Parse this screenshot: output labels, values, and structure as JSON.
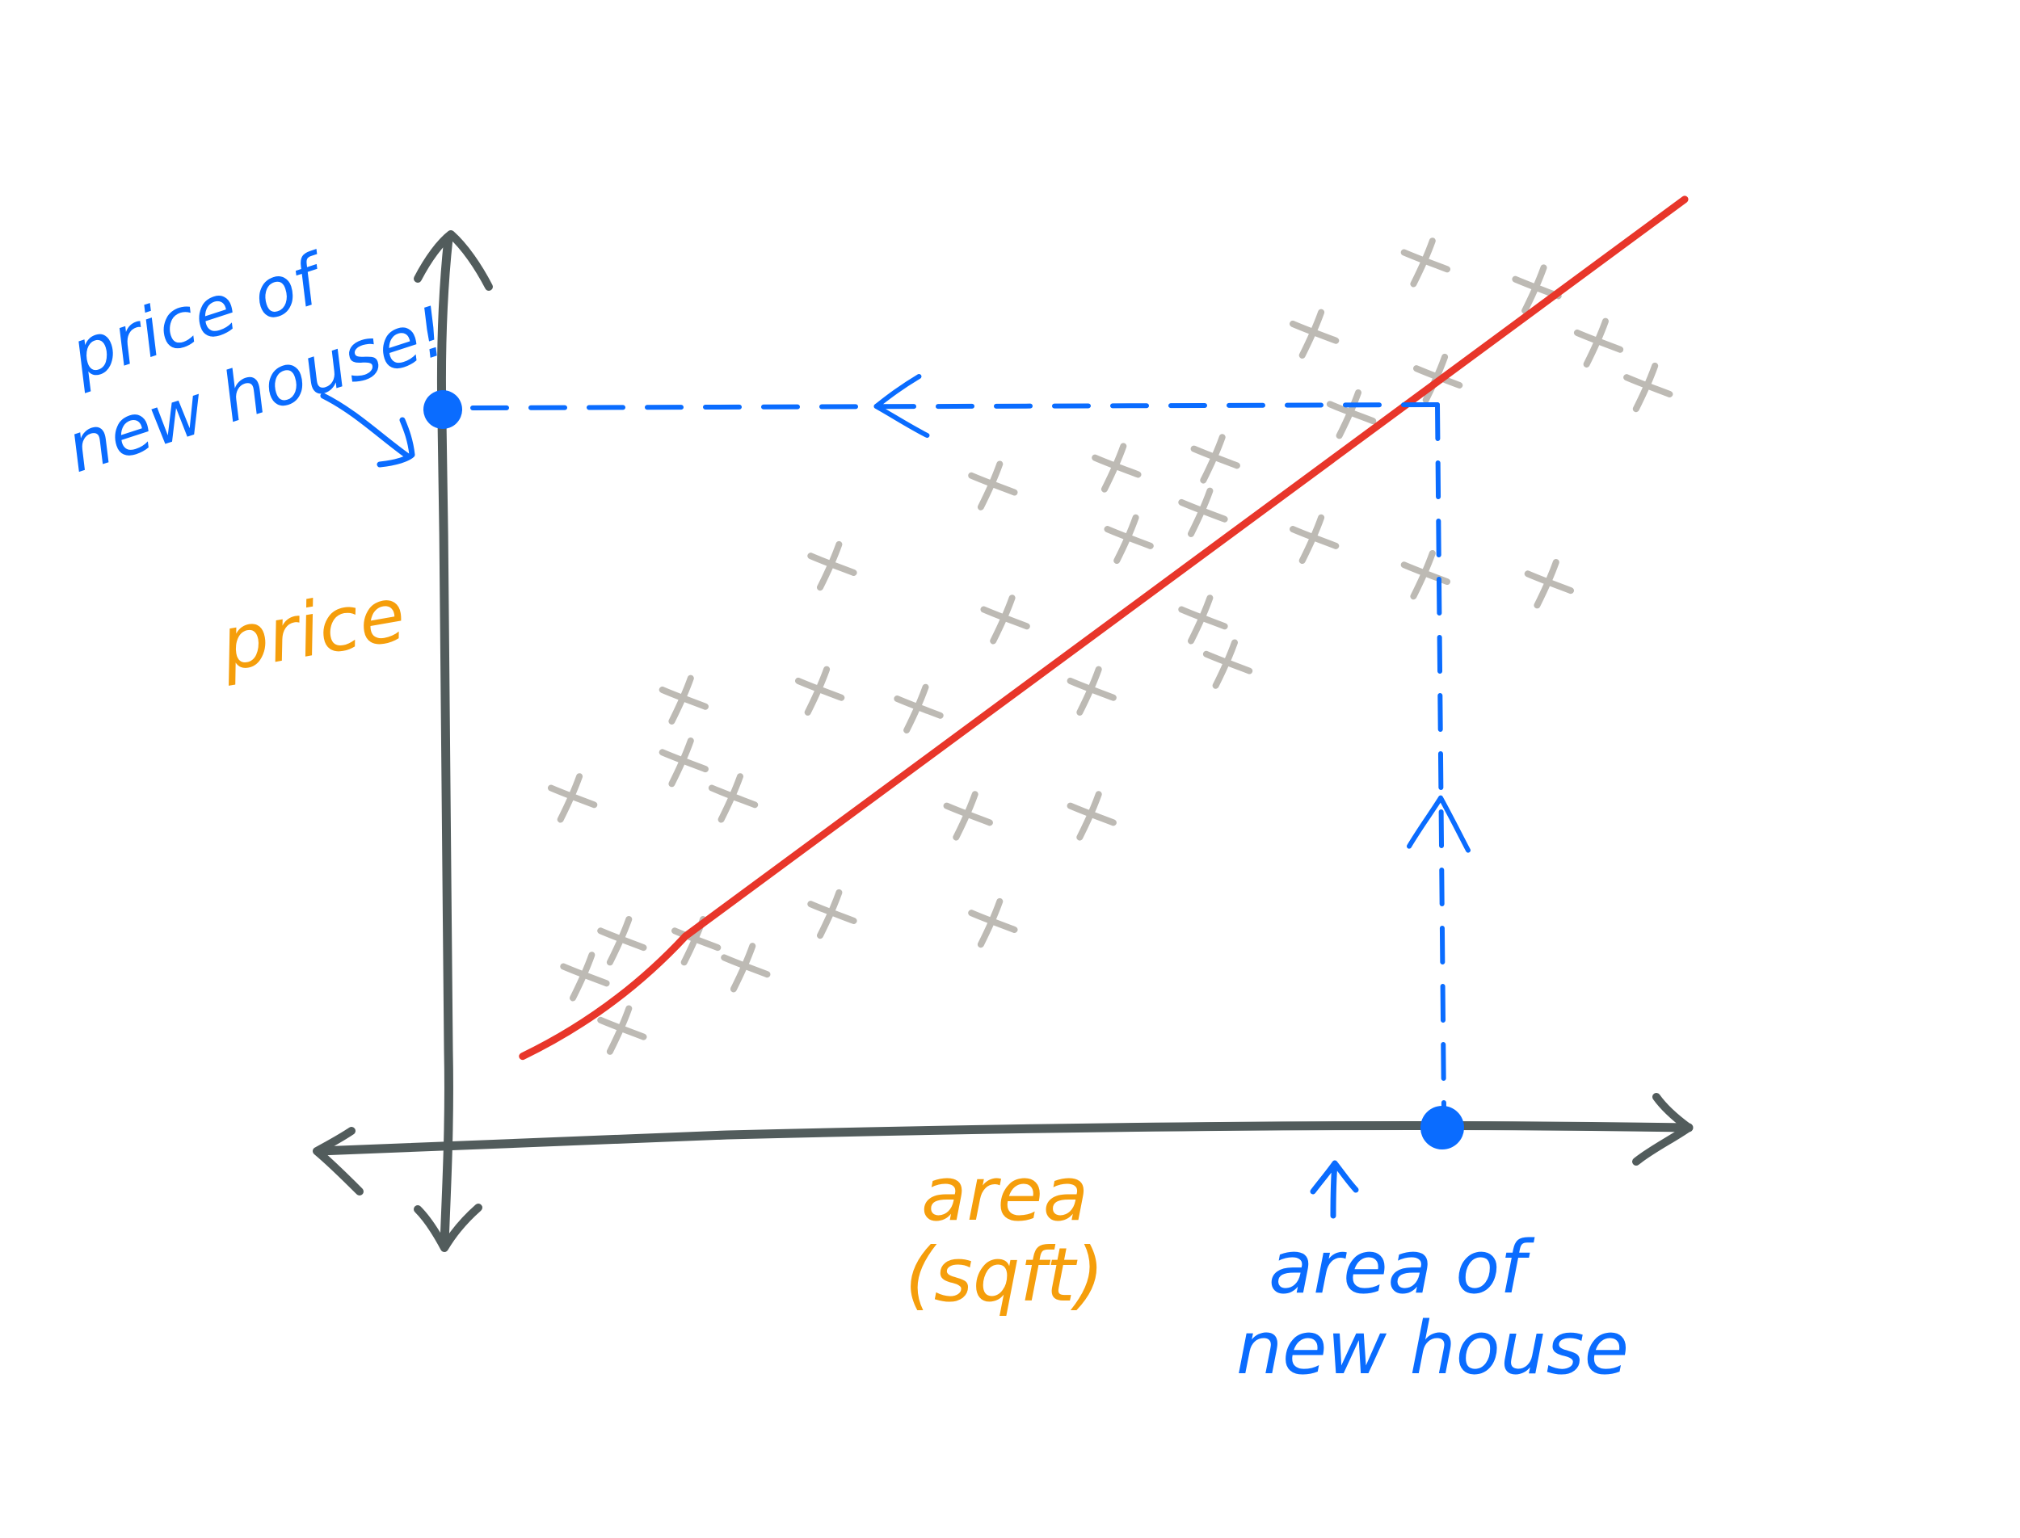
{
  "labels": {
    "y_axis": "price",
    "x_axis_line1": "area",
    "x_axis_line2": "(sqft)",
    "predicted_price_line1": "price of",
    "predicted_price_line2": "new house!",
    "new_area_line1": "area of",
    "new_area_line2": "new house"
  },
  "colors": {
    "axis": "#525c5c",
    "regression_line": "#e8362a",
    "data_points": "#bdbab4",
    "annotation": "#0a6cff",
    "axis_label": "#f59e0b"
  },
  "chart_data": {
    "type": "scatter",
    "xlabel": "area (sqft)",
    "ylabel": "price",
    "points": [
      {
        "x": 0.11,
        "y": 0.16
      },
      {
        "x": 0.14,
        "y": 0.2
      },
      {
        "x": 0.14,
        "y": 0.1
      },
      {
        "x": 0.1,
        "y": 0.36
      },
      {
        "x": 0.19,
        "y": 0.4
      },
      {
        "x": 0.2,
        "y": 0.2
      },
      {
        "x": 0.24,
        "y": 0.17
      },
      {
        "x": 0.23,
        "y": 0.36
      },
      {
        "x": 0.19,
        "y": 0.47
      },
      {
        "x": 0.3,
        "y": 0.48
      },
      {
        "x": 0.31,
        "y": 0.23
      },
      {
        "x": 0.44,
        "y": 0.22
      },
      {
        "x": 0.42,
        "y": 0.34
      },
      {
        "x": 0.38,
        "y": 0.46
      },
      {
        "x": 0.52,
        "y": 0.34
      },
      {
        "x": 0.45,
        "y": 0.56
      },
      {
        "x": 0.52,
        "y": 0.48
      },
      {
        "x": 0.63,
        "y": 0.51
      },
      {
        "x": 0.55,
        "y": 0.65
      },
      {
        "x": 0.61,
        "y": 0.68
      },
      {
        "x": 0.61,
        "y": 0.56
      },
      {
        "x": 0.31,
        "y": 0.62
      },
      {
        "x": 0.44,
        "y": 0.71
      },
      {
        "x": 0.54,
        "y": 0.73
      },
      {
        "x": 0.62,
        "y": 0.74
      },
      {
        "x": 0.73,
        "y": 0.79
      },
      {
        "x": 0.7,
        "y": 0.65
      },
      {
        "x": 0.79,
        "y": 0.61
      },
      {
        "x": 0.89,
        "y": 0.6
      },
      {
        "x": 0.7,
        "y": 0.88
      },
      {
        "x": 0.8,
        "y": 0.83
      },
      {
        "x": 0.93,
        "y": 0.87
      },
      {
        "x": 0.88,
        "y": 0.93
      },
      {
        "x": 0.97,
        "y": 0.82
      },
      {
        "x": 0.79,
        "y": 0.96
      }
    ],
    "fit_line": {
      "x": [
        0.06,
        1.0
      ],
      "y": [
        0.07,
        1.03
      ]
    },
    "new_house": {
      "x": 0.8,
      "y": 0.8
    }
  }
}
